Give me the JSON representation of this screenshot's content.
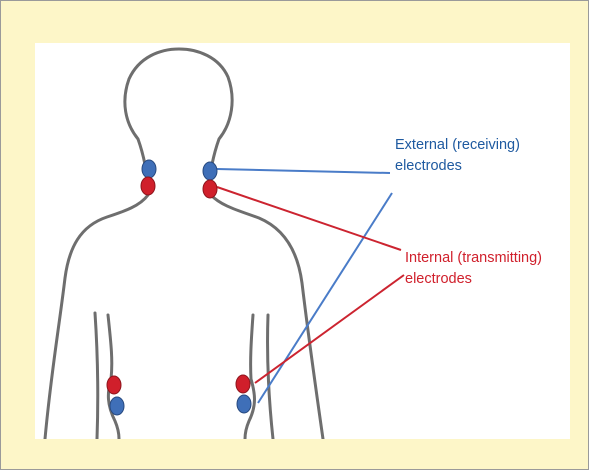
{
  "colors": {
    "frame_background": "#fdf6c8",
    "panel_background": "#ffffff",
    "body_outline": "#6e6e6e",
    "external_electrode": "#3f6fb8",
    "internal_electrode": "#d01f2b",
    "external_line": "#4a7cc8",
    "internal_line": "#cc2430"
  },
  "labels": {
    "external": {
      "line1": "External (receiving)",
      "line2": "electrodes",
      "color": "#1f5aa0"
    },
    "internal": {
      "line1": "Internal (transmitting)",
      "line2": "electrodes",
      "color": "#d0202c"
    }
  },
  "electrodes": [
    {
      "name": "neck-left-external-electrode",
      "type": "external"
    },
    {
      "name": "neck-left-internal-electrode",
      "type": "internal"
    },
    {
      "name": "neck-right-external-electrode",
      "type": "external"
    },
    {
      "name": "neck-right-internal-electrode",
      "type": "internal"
    },
    {
      "name": "waist-left-internal-electrode",
      "type": "internal"
    },
    {
      "name": "waist-left-external-electrode",
      "type": "external"
    },
    {
      "name": "waist-right-internal-electrode",
      "type": "internal"
    },
    {
      "name": "waist-right-external-electrode",
      "type": "external"
    }
  ]
}
